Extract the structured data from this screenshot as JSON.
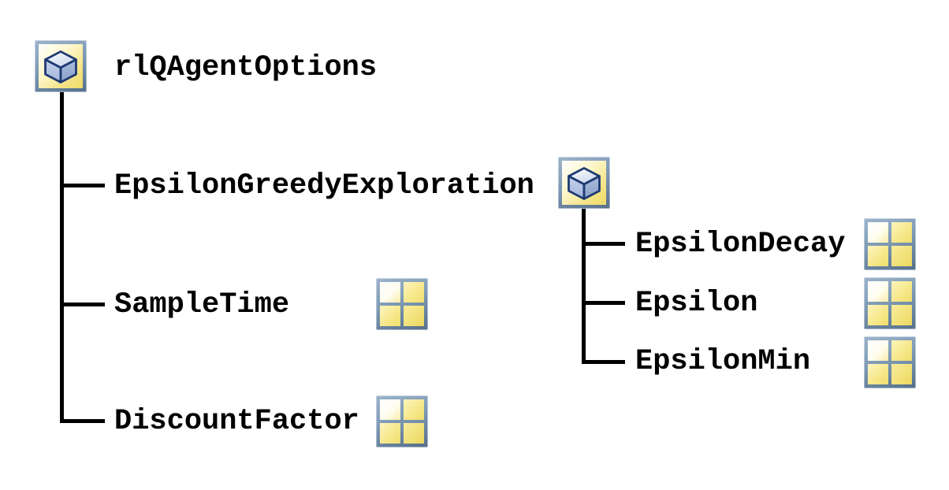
{
  "diagram": {
    "description": "Object hierarchy tree",
    "root": {
      "label": "rlQAgentOptions",
      "icon": "object-cube"
    },
    "children": [
      {
        "label": "EpsilonGreedyExploration",
        "icon": "object-cube",
        "children": [
          {
            "label": "EpsilonDecay",
            "icon": "property-grid"
          },
          {
            "label": "Epsilon",
            "icon": "property-grid"
          },
          {
            "label": "EpsilonMin",
            "icon": "property-grid"
          }
        ]
      },
      {
        "label": "SampleTime",
        "icon": "property-grid"
      },
      {
        "label": "DiscountFactor",
        "icon": "property-grid"
      }
    ],
    "colors": {
      "background": "#ffffff",
      "text": "#000000",
      "connector": "#000000",
      "icon_frame_light": "#9db4cb",
      "icon_frame_dark": "#556f8b",
      "icon_bg_light": "#ffffff",
      "icon_bg_yellow": "#eeda67",
      "cube_top_face": "#eef3fa",
      "cube_left_face": "#b7c6e5",
      "cube_right_face": "#9cb0d5",
      "cube_outline": "#1e3a72"
    }
  }
}
